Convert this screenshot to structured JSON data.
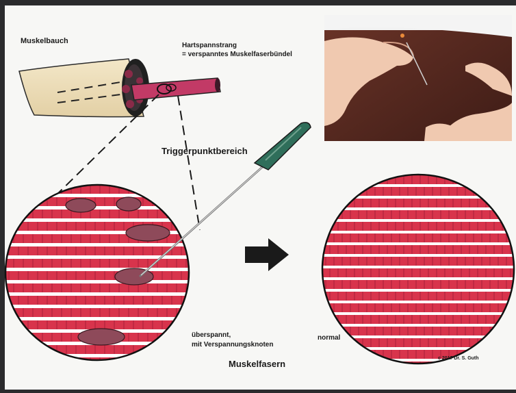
{
  "labels": {
    "muskelbauch": "Muskelbauch",
    "hartspannstrang_line1": "Hartspannstrang",
    "hartspannstrang_line2": "= verspanntes   Muskelfaserbündel",
    "triggerpunktbereich": "Triggerpunktbereich",
    "ueberspannt_line1": "überspannt,",
    "ueberspannt_line2": "mit Verspannungsknoten",
    "normal": "normal",
    "muskelfasern": "Muskelfasern",
    "copyright": "c 2017 Dr. S. Guth"
  },
  "colors": {
    "frame": "#2b2b2d",
    "paper": "#f7f7f5",
    "fiber_red": "#d8344c",
    "fiber_dark": "#a8203a",
    "knot": "#8e4a5a",
    "needle_handle": "#2f6e5a",
    "photo_skin": "#5a2c22",
    "arrow": "#1a1a1a"
  },
  "icons": {
    "needle": "acupuncture-needle-icon",
    "arrow": "right-arrow-icon"
  }
}
